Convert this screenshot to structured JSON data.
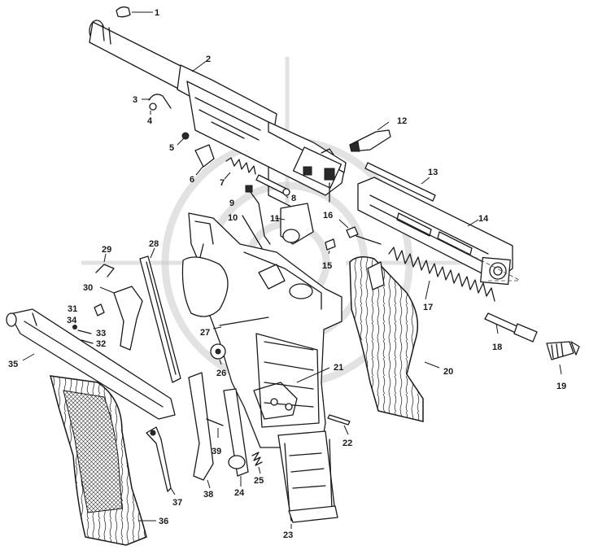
{
  "diagram": {
    "watermark": "target-crosshair",
    "labels": [
      "1",
      "2",
      "3",
      "4",
      "5",
      "6",
      "7",
      "8",
      "9",
      "10",
      "11",
      "12",
      "13",
      "14",
      "15",
      "16",
      "17",
      "18",
      "19",
      "20",
      "21",
      "22",
      "23",
      "24",
      "25",
      "26",
      "27",
      "28",
      "29",
      "30",
      "31",
      "32",
      "33",
      "34",
      "35",
      "36",
      "37",
      "38",
      "39"
    ]
  }
}
